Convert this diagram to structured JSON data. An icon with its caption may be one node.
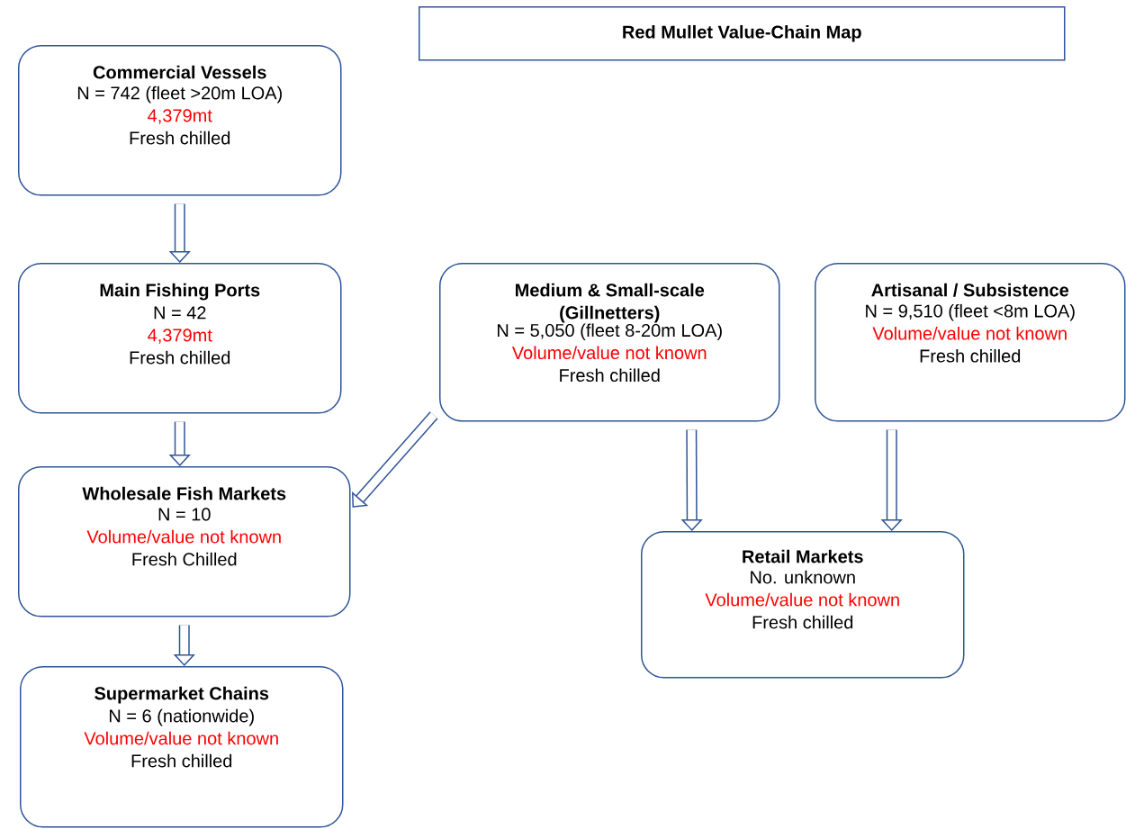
{
  "diagram": {
    "title": "Red Mullet Value-Chain Map",
    "nodes": [
      {
        "text": [
          "Commercial Vessels",
          "N = 742 (fleet >20m LOA)",
          "4,379mt",
          "Fresh chilled"
        ]
      },
      {
        "text": [
          "Main Fishing Ports",
          "N = 42",
          "4,379mt",
          "Fresh chilled"
        ]
      },
      {
        "text": [
          "Medium & Small-scale (Gillnetters)",
          "N = 5,050 (fleet 8-20m LOA)",
          "Volume/value not known",
          "Fresh chilled"
        ]
      },
      {
        "text": [
          "Artisanal / Subsistence",
          "N = 9,510 (fleet <8m LOA)",
          "Volume/value not known",
          "Fresh chilled"
        ]
      },
      {
        "text": [
          "Wholesale Fish Markets",
          "N = 10",
          "Volume/value not known",
          "Fresh Chilled"
        ]
      },
      {
        "text": [
          "Retail Markets",
          "No. unknown",
          "Volume/value not known",
          "Fresh chilled"
        ]
      },
      {
        "text": [
          "Supermarket Chains",
          "N = 6 (nationwide)",
          "Volume/value not known",
          "Fresh chilled"
        ]
      }
    ],
    "edges": [
      {
        "from": 0,
        "to": 1,
        "arrow": "to"
      },
      {
        "from": 1,
        "to": 4,
        "arrow": "to"
      },
      {
        "from": 2,
        "to": 4,
        "arrow": "to"
      },
      {
        "from": 2,
        "to": 5,
        "arrow": "to"
      },
      {
        "from": 3,
        "to": 5,
        "arrow": "to"
      },
      {
        "from": 4,
        "to": 6,
        "arrow": "to"
      }
    ]
  }
}
